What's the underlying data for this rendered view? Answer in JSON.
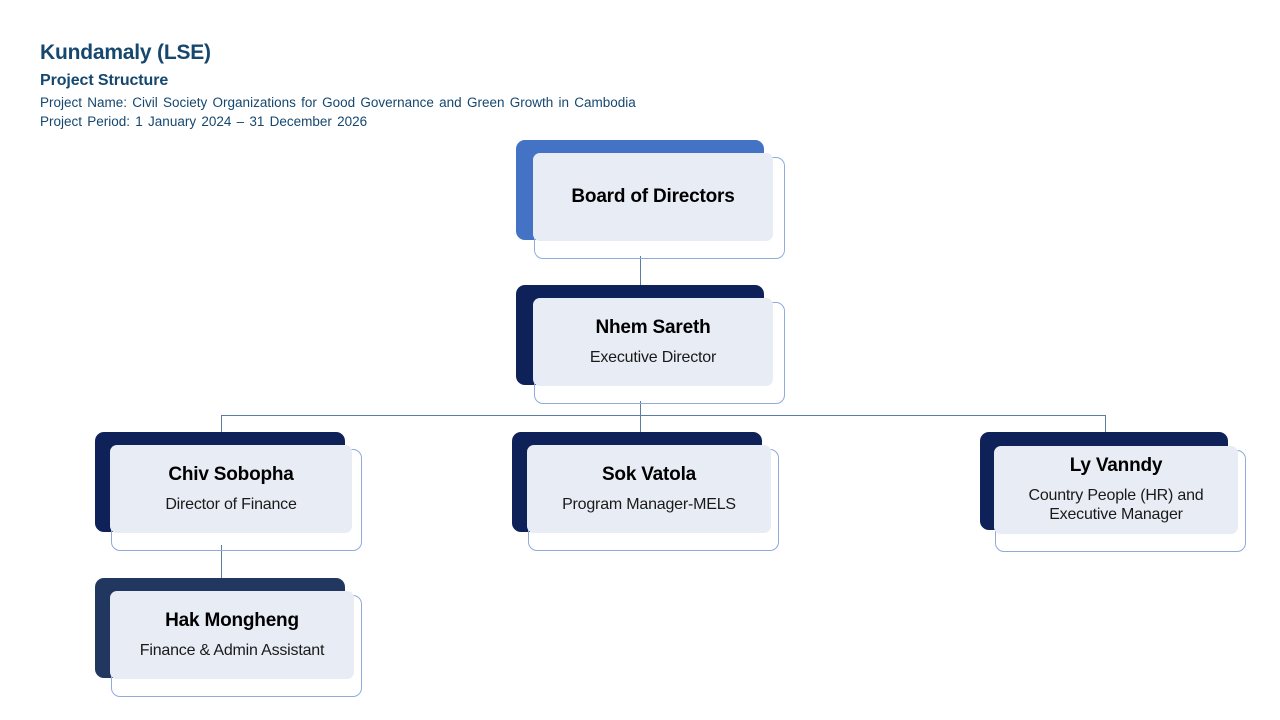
{
  "header": {
    "org_title": "Kundamaly (LSE)",
    "subtitle": "Project Structure",
    "project_name_line": "Project Name: Civil Society Organizations for Good Governance  and Green Growth in Cambodia",
    "project_period_line": "Project Period: 1 January  2024 – 31 December 2026"
  },
  "colors": {
    "header_text": "#15476F",
    "board_back": "#4472C4",
    "node_back": "#0E2259",
    "node_fill": "#E8ECF5",
    "node_outline": "#8FAADC",
    "connector": "#5B7CA3",
    "page_background": "#FFFFFF"
  },
  "chart_data": {
    "type": "diagram",
    "diagram_kind": "organization-chart",
    "title": "Project Structure",
    "nodes": [
      {
        "id": "board",
        "name": "Board of Directors",
        "role": "",
        "level": 0,
        "accent": "#4472C4"
      },
      {
        "id": "exec-director",
        "name": "Nhem Sareth",
        "role": "Executive Director",
        "level": 1,
        "accent": "#0E2259"
      },
      {
        "id": "dir-finance",
        "name": "Chiv Sobopha",
        "role": "Director of Finance",
        "level": 2,
        "accent": "#0E2259"
      },
      {
        "id": "prog-manager",
        "name": "Sok Vatola",
        "role": "Program Manager-MELS",
        "level": 2,
        "accent": "#0E2259"
      },
      {
        "id": "hr-exec-manager",
        "name": "Ly Vanndy",
        "role_line_1": "Country People (HR) and",
        "role_line_2": "Executive Manager",
        "role": "Country People (HR) and Executive Manager",
        "level": 2,
        "accent": "#0E2259"
      },
      {
        "id": "finance-admin-assistant",
        "name": "Hak Mongheng",
        "role": "Finance & Admin Assistant",
        "level": 3,
        "accent": "#0E2259"
      }
    ],
    "edges": [
      {
        "from": "board",
        "to": "exec-director"
      },
      {
        "from": "exec-director",
        "to": "dir-finance"
      },
      {
        "from": "exec-director",
        "to": "prog-manager"
      },
      {
        "from": "exec-director",
        "to": "hr-exec-manager"
      },
      {
        "from": "dir-finance",
        "to": "finance-admin-assistant"
      }
    ]
  }
}
